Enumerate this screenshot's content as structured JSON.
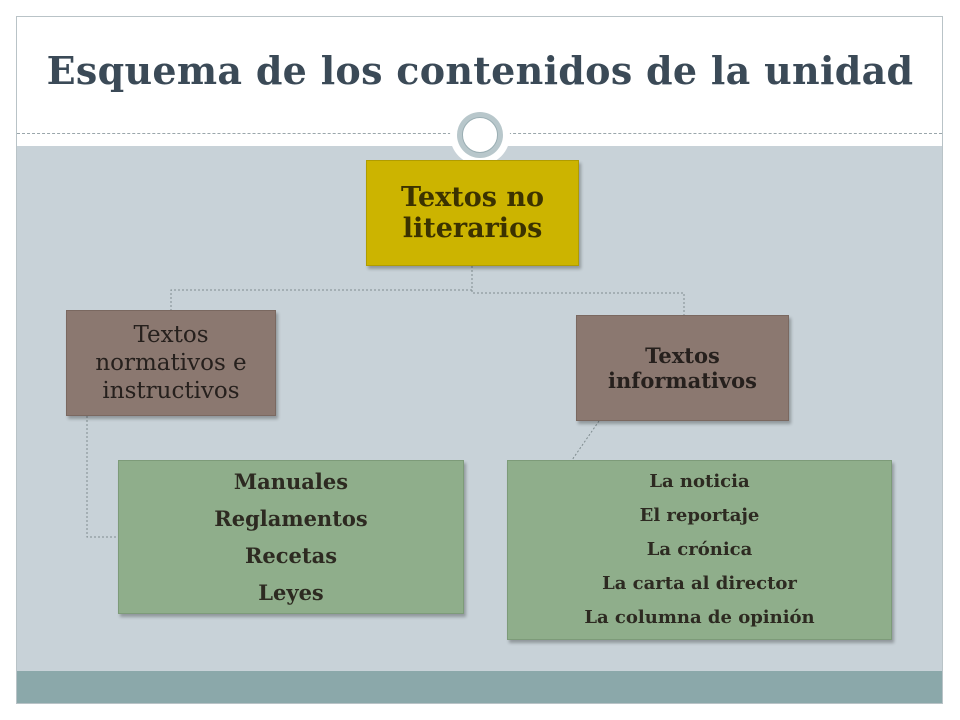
{
  "slide": {
    "title": "Esquema de los contenidos de la unidad"
  },
  "diagram": {
    "root": {
      "label_lines": [
        "Textos no",
        "literarios"
      ]
    },
    "left_branch": {
      "label_lines": [
        "Textos",
        "normativos e",
        "instructivos"
      ],
      "items": [
        "Manuales",
        "Reglamentos",
        "Recetas",
        "Leyes"
      ]
    },
    "right_branch": {
      "label_lines": [
        "Textos",
        "informativos"
      ],
      "items": [
        "La noticia",
        "El reportaje",
        "La crónica",
        "La carta al director",
        "La columna de opinión"
      ]
    }
  },
  "colors": {
    "root_fill": "#ccb400",
    "branch_fill": "#8b7870",
    "leaf_fill": "#8fae8b",
    "content_background": "#c8d2d8",
    "footer_band": "#8ba8aa",
    "title_text": "#3b4a57"
  },
  "decorations": {
    "header_ornament": "circle-ring-icon"
  }
}
